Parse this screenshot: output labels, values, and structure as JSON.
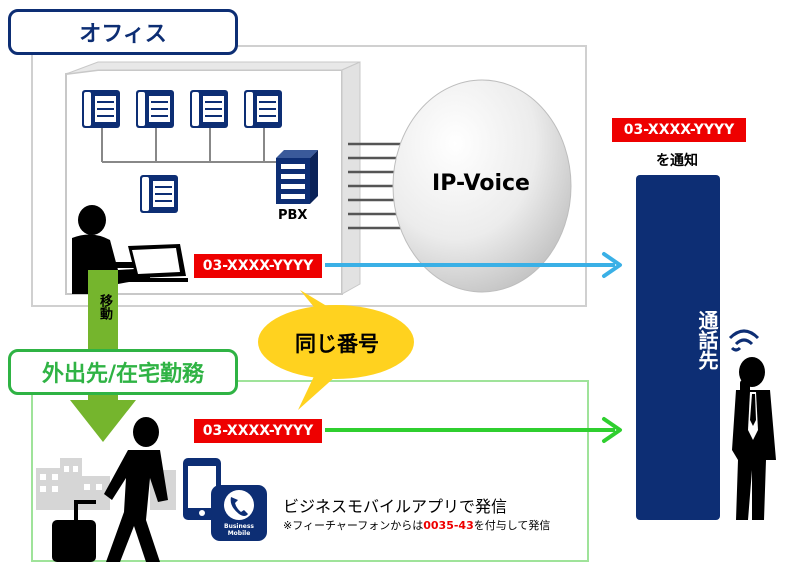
{
  "office": {
    "label": "オフィス",
    "pbx_label": "PBX"
  },
  "remote": {
    "label": "外出先/在宅勤務"
  },
  "ip_voice": {
    "label": "IP-Voice"
  },
  "numbers": {
    "office": "03-XXXX-YYYY",
    "remote": "03-XXXX-YYYY",
    "notify": "03-XXXX-YYYY"
  },
  "notify_label": "を通知",
  "callee_label": "通話先",
  "move_label": "移動",
  "same_number": "同じ番号",
  "app": {
    "title": "ビジネスモバイルアプリで発信",
    "note_prefix": "※フィーチャーフォンからは",
    "note_code": "0035-43",
    "note_suffix": "を付与して発信",
    "icon_text_1": "Business",
    "icon_text_2": "Mobile"
  },
  "colors": {
    "navy": "#0d2e74",
    "red": "#ee0000",
    "green": "#2fb344",
    "blue_arrow": "#3ab0e6",
    "yellow": "#ffd21f"
  }
}
